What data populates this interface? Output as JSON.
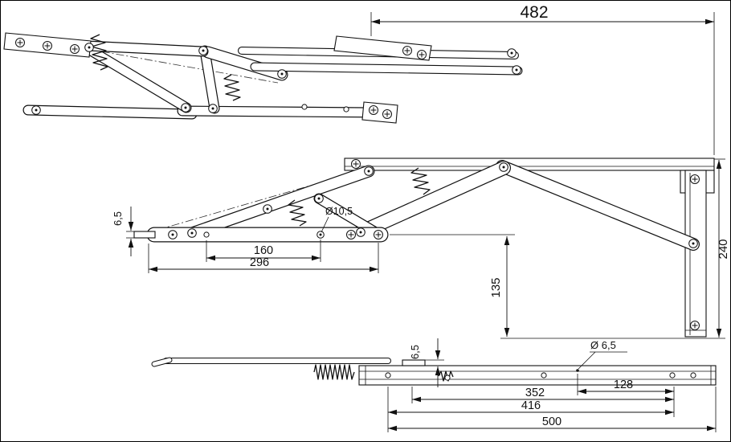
{
  "drawing": {
    "dims": {
      "top_width": "482",
      "tab_thickness": "6,5",
      "hole_dia_mid": "Ø10,5",
      "base_inner": "160",
      "base_outer": "296",
      "drop": "135",
      "bracket_height": "240",
      "profile_thickness": "6,5",
      "hole_dia_flat": "Ø 6,5",
      "flat_a": "352",
      "flat_b": "128",
      "flat_c": "416",
      "flat_total": "500"
    },
    "colors": {
      "line": "#111111",
      "background": "#ffffff"
    }
  }
}
